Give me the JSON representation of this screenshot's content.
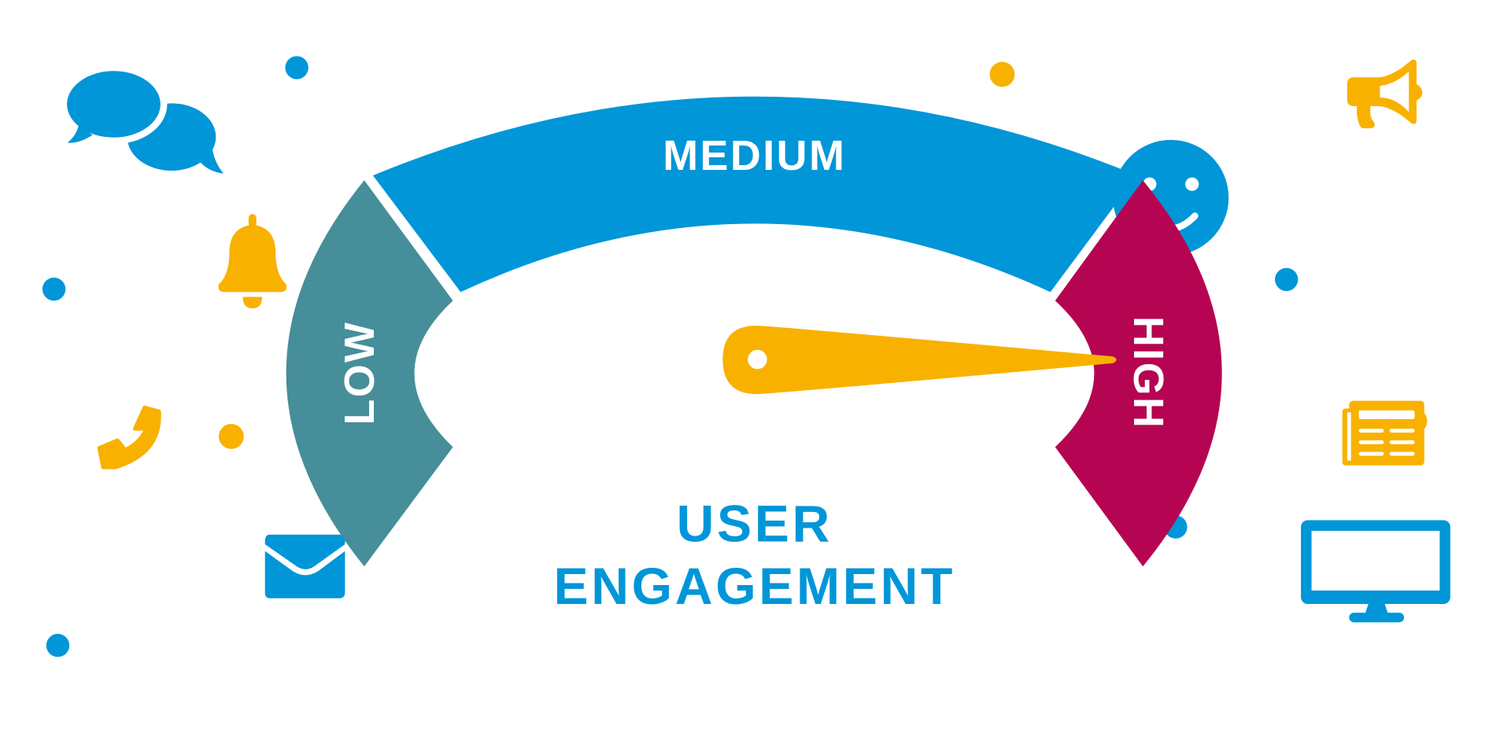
{
  "gauge": {
    "segments": [
      {
        "label": "LOW",
        "color": "#468e99"
      },
      {
        "label": "MEDIUM",
        "color": "#0096d8"
      },
      {
        "label": "HIGH",
        "color": "#b50552"
      }
    ],
    "needle_color": "#f9b100",
    "selected_level": "HIGH"
  },
  "title": {
    "line1": "USER",
    "line2": "ENGAGEMENT",
    "color": "#0096d8"
  },
  "icons": [
    "chat-bubbles-icon",
    "bell-icon",
    "phone-icon",
    "envelope-icon",
    "megaphone-icon",
    "smiley-icon",
    "newspaper-icon",
    "monitor-icon"
  ],
  "colors": {
    "blue": "#0096d8",
    "yellow": "#f9b100"
  }
}
